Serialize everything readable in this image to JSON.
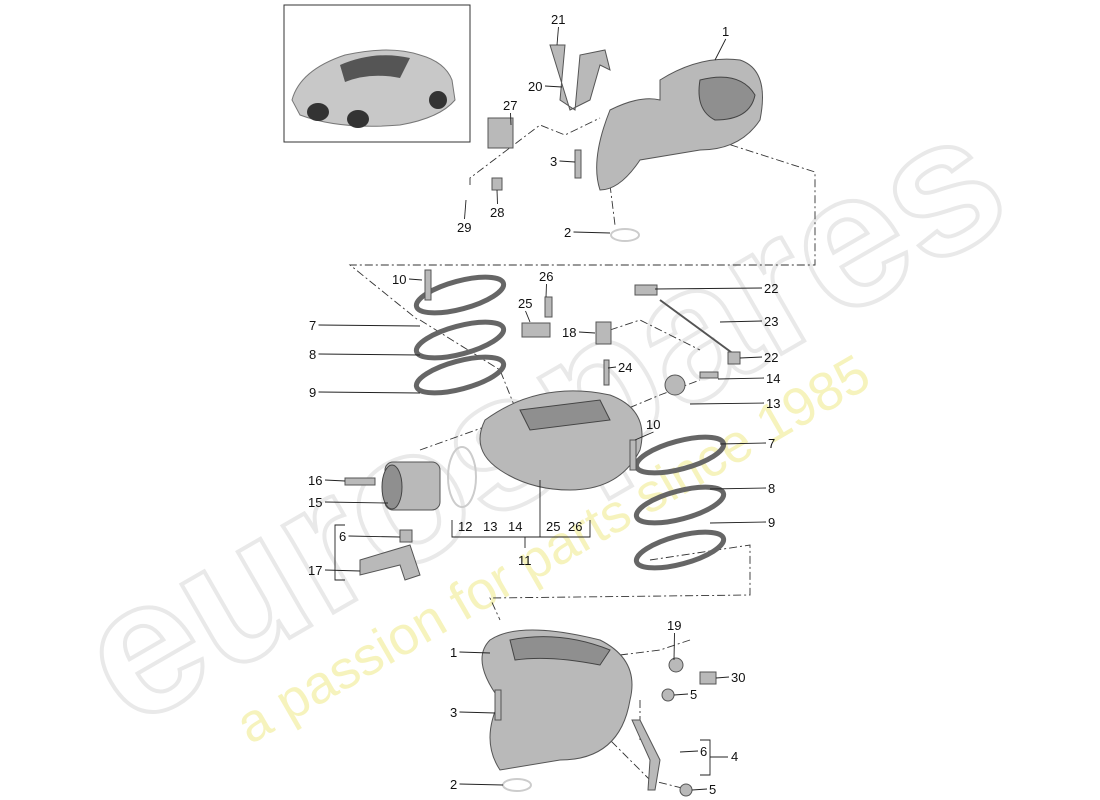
{
  "watermark": {
    "brand": "eurospares",
    "tagline": "a passion for parts since 1985",
    "tagline_color": "#f3ef9f"
  },
  "thumbnail": {
    "icon": "car-911-coupe-icon"
  },
  "callouts": [
    "21",
    "1",
    "20",
    "27",
    "3",
    "28",
    "29",
    "2",
    "10",
    "26",
    "22",
    "25",
    "7",
    "18",
    "23",
    "8",
    "22",
    "24",
    "14",
    "9",
    "13",
    "10",
    "7",
    "16",
    "8",
    "15",
    "12",
    "13",
    "14",
    "25",
    "26",
    "11",
    "6",
    "17",
    "9",
    "1",
    "19",
    "30",
    "5",
    "3",
    "6",
    "4",
    "2",
    "5"
  ]
}
